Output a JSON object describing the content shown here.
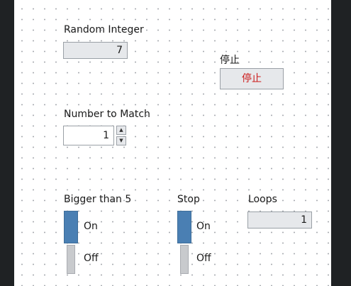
{
  "random_integer": {
    "label": "Random Integer",
    "value": "7"
  },
  "stop_button": {
    "caption": "停止",
    "label": "停止"
  },
  "number_to_match": {
    "label": "Number to Match",
    "value": "1",
    "up_glyph": "▲",
    "down_glyph": "▼"
  },
  "bigger_than_5": {
    "label": "Bigger than 5",
    "on_label": "On",
    "off_label": "Off",
    "state": "on"
  },
  "stop_switch": {
    "label": "Stop",
    "on_label": "On",
    "off_label": "Off",
    "state": "on"
  },
  "loops": {
    "label": "Loops",
    "value": "1"
  },
  "colors": {
    "accent": "#4a7fb3",
    "stop_text": "#cc1a1a",
    "background": "#1f2224"
  }
}
